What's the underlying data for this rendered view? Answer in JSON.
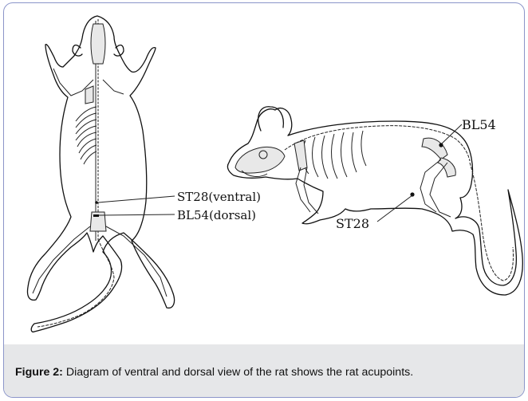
{
  "labels": {
    "st28_ventral": "ST28(ventral)",
    "bl54_dorsal": "BL54(dorsal)",
    "bl54": "BL54",
    "st28": "ST28"
  },
  "caption": {
    "figure_label": "Figure 2:",
    "text": " Diagram of ventral and dorsal view of the rat shows the rat acupoints."
  },
  "colors": {
    "border": "#8b95c9",
    "caption_bg": "#e6e7e9"
  }
}
